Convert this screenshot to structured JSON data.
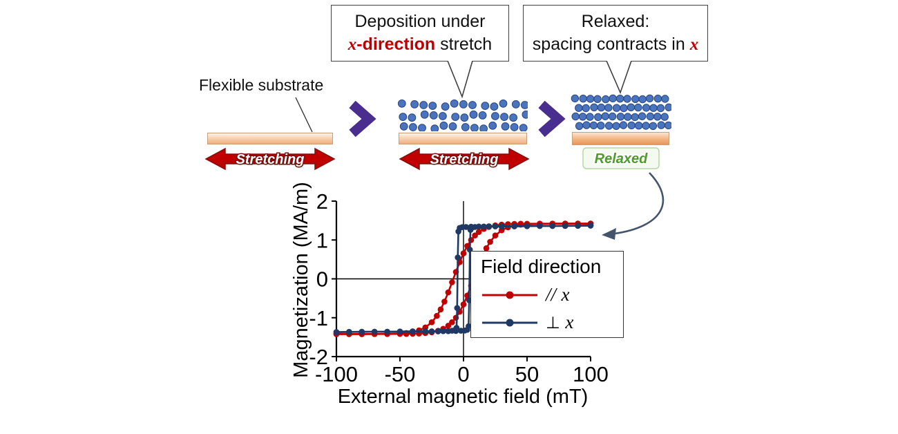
{
  "figure": {
    "substrate_label": "Flexible substrate",
    "callout_deposition": {
      "line1": "Deposition under",
      "em": "x",
      "red_rest": "-direction",
      "rest": " stretch"
    },
    "callout_relaxed": {
      "line1": "Relaxed:",
      "line2_start": "spacing contracts in ",
      "em": "x"
    },
    "stages": [
      {
        "caption": "Stretching",
        "particles": null
      },
      {
        "caption": "Stretching",
        "particles": {
          "rows": 3,
          "cols": 13,
          "spacing": "loose"
        }
      },
      {
        "caption": "Relaxed",
        "particles": {
          "rows": 4,
          "cols": 13,
          "spacing": "dense"
        }
      }
    ],
    "colors": {
      "arrow_red": "#c00000",
      "arrow_red_dark": "#7a0d0d",
      "chevron_purple": "#4a2e8f",
      "particle_blue": "#4b74bf",
      "particle_border": "#27457e",
      "relaxed_green": "#4f9a2e",
      "callout_border": "#3f3f3f",
      "curve_arrow_gray": "#44546a"
    }
  },
  "chart_data": {
    "type": "line",
    "title": "",
    "xlabel": "External magnetic field (mT)",
    "ylabel": "Magnetization (MA/m)",
    "xlim": [
      -100,
      100
    ],
    "ylim": [
      -2,
      2
    ],
    "xticks": [
      -100,
      -50,
      0,
      50,
      100
    ],
    "yticks": [
      2,
      1,
      0,
      -1,
      -2
    ],
    "grid": "off",
    "legend": {
      "title": "Field direction",
      "position": "inside-right",
      "entries": [
        {
          "symbol": "//",
          "variable": "x",
          "color": "#c00000"
        },
        {
          "symbol": "⊥",
          "variable": "x",
          "color": "#1f3864"
        }
      ]
    },
    "series": [
      {
        "name": "// x",
        "color": "#c00000",
        "branches": [
          [
            [
              -100,
              -1.42
            ],
            [
              -90,
              -1.42
            ],
            [
              -80,
              -1.42
            ],
            [
              -70,
              -1.419
            ],
            [
              -60,
              -1.419
            ],
            [
              -50,
              -1.417
            ],
            [
              -45,
              -1.416
            ],
            [
              -40,
              -1.413
            ],
            [
              -35,
              -1.407
            ],
            [
              -30,
              -1.396
            ],
            [
              -25,
              -1.375
            ],
            [
              -20,
              -1.337
            ],
            [
              -16,
              -1.285
            ],
            [
              -12,
              -1.205
            ],
            [
              -9,
              -1.116
            ],
            [
              -6,
              -1.0
            ],
            [
              -3,
              -0.847
            ],
            [
              0,
              -0.656
            ],
            [
              3,
              -0.43
            ],
            [
              6,
              -0.177
            ],
            [
              9,
              0.089
            ],
            [
              12,
              0.348
            ],
            [
              15,
              0.584
            ],
            [
              18,
              0.788
            ],
            [
              21,
              0.953
            ],
            [
              25,
              1.116
            ],
            [
              30,
              1.25
            ],
            [
              35,
              1.326
            ],
            [
              40,
              1.369
            ],
            [
              45,
              1.393
            ],
            [
              50,
              1.405
            ],
            [
              60,
              1.415
            ],
            [
              70,
              1.419
            ],
            [
              80,
              1.42
            ],
            [
              90,
              1.42
            ],
            [
              100,
              1.42
            ]
          ],
          [
            [
              100,
              1.42
            ],
            [
              90,
              1.42
            ],
            [
              80,
              1.42
            ],
            [
              70,
              1.419
            ],
            [
              60,
              1.419
            ],
            [
              50,
              1.417
            ],
            [
              45,
              1.416
            ],
            [
              40,
              1.413
            ],
            [
              35,
              1.407
            ],
            [
              30,
              1.396
            ],
            [
              25,
              1.375
            ],
            [
              20,
              1.337
            ],
            [
              16,
              1.285
            ],
            [
              12,
              1.205
            ],
            [
              9,
              1.116
            ],
            [
              6,
              1.0
            ],
            [
              3,
              0.847
            ],
            [
              0,
              0.656
            ],
            [
              -3,
              0.43
            ],
            [
              -6,
              0.177
            ],
            [
              -9,
              -0.089
            ],
            [
              -12,
              -0.348
            ],
            [
              -15,
              -0.584
            ],
            [
              -18,
              -0.788
            ],
            [
              -21,
              -0.953
            ],
            [
              -25,
              -1.116
            ],
            [
              -30,
              -1.25
            ],
            [
              -35,
              -1.326
            ],
            [
              -40,
              -1.369
            ],
            [
              -45,
              -1.393
            ],
            [
              -50,
              -1.405
            ],
            [
              -60,
              -1.415
            ],
            [
              -70,
              -1.419
            ],
            [
              -80,
              -1.42
            ],
            [
              -90,
              -1.42
            ],
            [
              -100,
              -1.42
            ]
          ]
        ]
      },
      {
        "name": "⊥ x",
        "color": "#1f3864",
        "branches": [
          [
            [
              -100,
              -1.37
            ],
            [
              -90,
              -1.365
            ],
            [
              -80,
              -1.36
            ],
            [
              -70,
              -1.36
            ],
            [
              -60,
              -1.36
            ],
            [
              -50,
              -1.355
            ],
            [
              -40,
              -1.35
            ],
            [
              -30,
              -1.35
            ],
            [
              -20,
              -1.35
            ],
            [
              -12,
              -1.345
            ],
            [
              -6,
              -1.34
            ],
            [
              -2,
              -1.335
            ],
            [
              1,
              -1.33
            ],
            [
              3,
              -1.31
            ],
            [
              4,
              -1.22
            ],
            [
              4.5,
              -0.55
            ],
            [
              5,
              0.75
            ],
            [
              5.5,
              1.26
            ],
            [
              7,
              1.32
            ],
            [
              9,
              1.335
            ],
            [
              12,
              1.34
            ],
            [
              16,
              1.345
            ],
            [
              20,
              1.35
            ],
            [
              25,
              1.35
            ],
            [
              30,
              1.35
            ],
            [
              40,
              1.355
            ],
            [
              50,
              1.36
            ],
            [
              60,
              1.36
            ],
            [
              70,
              1.36
            ],
            [
              80,
              1.365
            ],
            [
              90,
              1.365
            ],
            [
              100,
              1.37
            ]
          ],
          [
            [
              100,
              1.37
            ],
            [
              90,
              1.365
            ],
            [
              80,
              1.36
            ],
            [
              70,
              1.36
            ],
            [
              60,
              1.36
            ],
            [
              50,
              1.355
            ],
            [
              40,
              1.35
            ],
            [
              30,
              1.35
            ],
            [
              20,
              1.35
            ],
            [
              12,
              1.345
            ],
            [
              6,
              1.34
            ],
            [
              2,
              1.335
            ],
            [
              -1,
              1.33
            ],
            [
              -3,
              1.31
            ],
            [
              -4,
              1.22
            ],
            [
              -4.5,
              0.55
            ],
            [
              -5,
              -0.75
            ],
            [
              -5.5,
              -1.26
            ],
            [
              -7,
              -1.32
            ],
            [
              -9,
              -1.335
            ],
            [
              -12,
              -1.34
            ],
            [
              -16,
              -1.345
            ],
            [
              -20,
              -1.35
            ],
            [
              -25,
              -1.35
            ],
            [
              -30,
              -1.35
            ],
            [
              -40,
              -1.355
            ],
            [
              -50,
              -1.36
            ],
            [
              -60,
              -1.36
            ],
            [
              -70,
              -1.36
            ],
            [
              -80,
              -1.365
            ],
            [
              -90,
              -1.365
            ],
            [
              -100,
              -1.37
            ]
          ]
        ]
      }
    ]
  }
}
